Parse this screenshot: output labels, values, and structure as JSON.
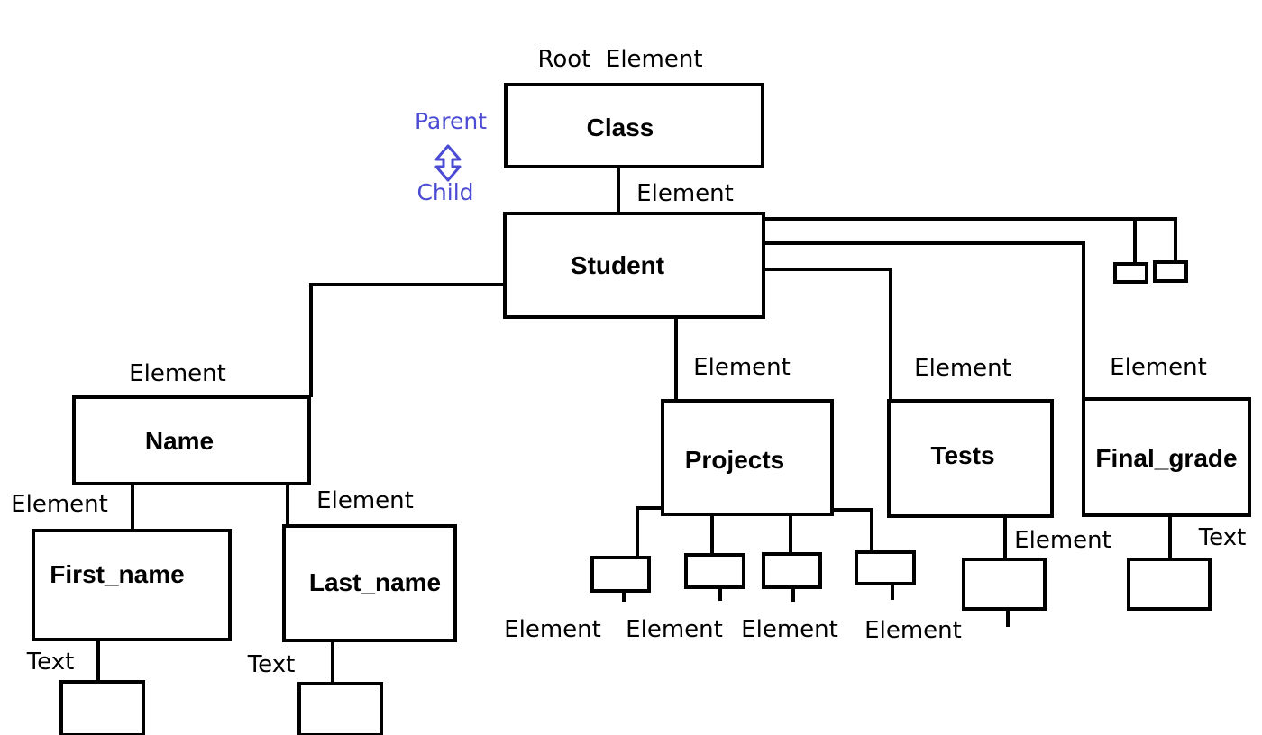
{
  "diagram": {
    "root_label": "Root  Element",
    "legend": {
      "parent": "Parent",
      "child": "Child",
      "color": "#4b4bd4"
    },
    "nodes": {
      "class": "Class",
      "student": "Student",
      "name": "Name",
      "first_name": "First_name",
      "last_name": "Last_name",
      "projects": "Projects",
      "tests": "Tests",
      "final_grade": "Final_grade"
    },
    "edge_labels": {
      "class_student": "Element",
      "student_name": "Element",
      "student_projects": "Element",
      "student_tests": "Element",
      "student_final_grade": "Element",
      "name_first_name": "Element",
      "name_last_name": "Element",
      "first_name_text": "Text",
      "last_name_text": "Text",
      "projects_child_1": "Element",
      "projects_child_2": "Element",
      "projects_child_3": "Element",
      "projects_child_4": "Element",
      "tests_child": "Element",
      "final_grade_text": "Text"
    }
  }
}
